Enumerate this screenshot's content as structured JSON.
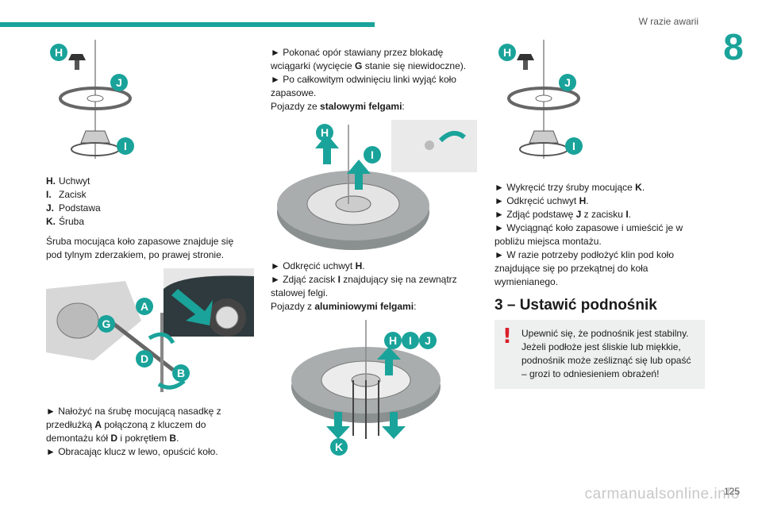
{
  "header": {
    "title": "W razie awarii",
    "chapter": "8"
  },
  "colors": {
    "accent": "#1aa39a",
    "warning": "#d9202a",
    "warning_bg": "#eef0f0"
  },
  "col1": {
    "legend": [
      {
        "key": "H.",
        "label": "Uchwyt"
      },
      {
        "key": "I.",
        "label": "Zacisk"
      },
      {
        "key": "J.",
        "label": "Podstawa"
      },
      {
        "key": "K.",
        "label": "Śruba"
      }
    ],
    "intro": "Śruba mocująca koło zapasowe znajduje się pod tylnym zderzakiem, po prawej stronie.",
    "fig1_labels": {
      "h": "H",
      "j": "J",
      "i": "I"
    },
    "fig2_labels": {
      "a": "A",
      "g": "G",
      "d": "D",
      "b": "B"
    },
    "step1": {
      "pre": "Nałożyć na śrubę mocującą nasadkę z przedłużką ",
      "b1": "A",
      "mid": " połączoną z kluczem do demontażu kół ",
      "b2": "D",
      "mid2": " i pokrętłem ",
      "b3": "B",
      "post": "."
    },
    "step2": "Obracając klucz w lewo, opuścić koło."
  },
  "col2": {
    "step1": {
      "pre": "Pokonać opór stawiany przez blokadę wciągarki (wycięcie ",
      "b": "G",
      "post": " stanie się niewidoczne)."
    },
    "step2": "Po całkowitym odwinięciu linki wyjąć koło zapasowe.",
    "steel_pre": "Pojazdy ze ",
    "steel_b": "stalowymi felgami",
    "steel_post": ":",
    "fig3_labels": {
      "h": "H",
      "i": "I"
    },
    "step3": {
      "pre": "Odkręcić uchwyt ",
      "b": "H",
      "post": "."
    },
    "step4": {
      "pre": "Zdjąć zacisk ",
      "b": "I",
      "post": " znajdujący się na zewnątrz stalowej felgi."
    },
    "alu_pre": "Pojazdy z ",
    "alu_b": "aluminiowymi felgami",
    "alu_post": ":",
    "fig4_labels": {
      "h": "H",
      "i": "I",
      "j": "J",
      "k": "K"
    }
  },
  "col3": {
    "fig5_labels": {
      "h": "H",
      "j": "J",
      "i": "I"
    },
    "step1": {
      "pre": "Wykręcić trzy śruby mocujące ",
      "b": "K",
      "post": "."
    },
    "step2": {
      "pre": "Odkręcić uchwyt ",
      "b": "H",
      "post": "."
    },
    "step3": {
      "pre": "Zdjąć podstawę ",
      "b": "J",
      "mid": " z zacisku ",
      "b2": "I",
      "post": "."
    },
    "step4": "Wyciągnąć koło zapasowe i umieścić je w pobliżu miejsca montażu.",
    "step5": "W razie potrzeby podłożyć klin pod koło znajdujące się po przekątnej do koła wymienianego.",
    "heading": "3 – Ustawić podnośnik",
    "warning_icon": "!",
    "warning_l1": "Upewnić się, że podnośnik jest stabilny.",
    "warning_l2": "Jeżeli podłoże jest śliskie lub miękkie, podnośnik może ześliznąć się lub opaść – grozi to odniesieniem obrażeń!"
  },
  "footer": {
    "page": "125",
    "watermark": "carmanualsonline.info"
  }
}
